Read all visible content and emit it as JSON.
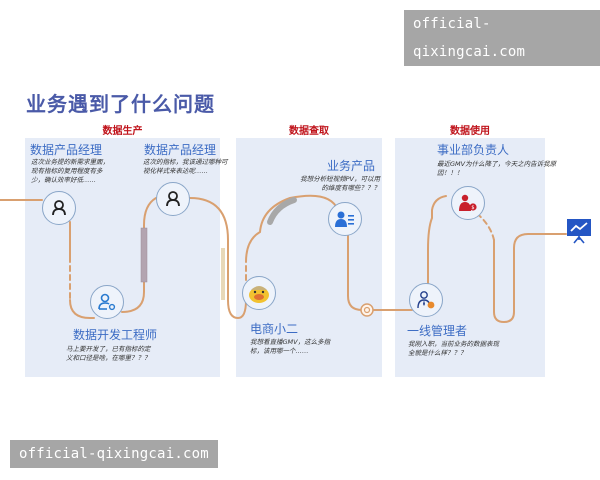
{
  "watermarks": {
    "top": "official-qixingcai.com",
    "bottom": "official-qixingcai.com"
  },
  "title": "业务遇到了什么问题",
  "stages": [
    {
      "label": "数据生产"
    },
    {
      "label": "数据查取"
    },
    {
      "label": "数据使用"
    }
  ],
  "roles": {
    "pm1": {
      "name": "数据产品经理",
      "quote": "这次业务提的新需求里面，现有指标的复用程度有多少，确认效率好低……",
      "icon": "person-outline-icon"
    },
    "pm2": {
      "name": "数据产品经理",
      "quote": "这次的指标，我该通过哪种可视化样式来表达呢……",
      "icon": "person-outline-icon"
    },
    "dev": {
      "name": "数据开发工程师",
      "quote": "马上要开发了，已有指标的定义和口径是啥，在哪里？？？",
      "icon": "person-gear-icon"
    },
    "biz": {
      "name": "业务产品",
      "quote": "我想分析短视频PV，可以用的维度有哪些？？？",
      "icon": "person-list-icon"
    },
    "shop": {
      "name": "电商小二",
      "quote": "我想看直播GMV，这么多指标，该用哪一个……",
      "icon": "cartoon-avatar-icon"
    },
    "head": {
      "name": "事业部负责人",
      "quote": "最近GMV为什么降了，今天之内告诉我原因！！！",
      "icon": "person-money-icon"
    },
    "mgr": {
      "name": "一线管理者",
      "quote": "我刚入职，当前业务的数据表现全貌是什么样？？？",
      "icon": "person-tie-icon"
    }
  },
  "end_icon": "presentation-chart-icon",
  "colors": {
    "title": "#4a5aa8",
    "stage": "#c0141c",
    "panel": "#e6ecf7",
    "path": "#d9a070",
    "role": "#3c6cc4"
  }
}
